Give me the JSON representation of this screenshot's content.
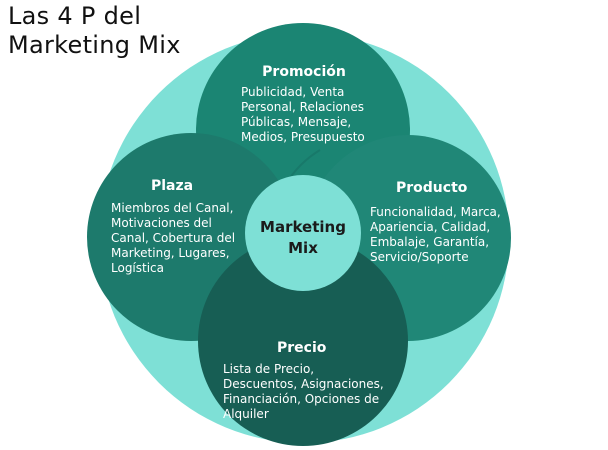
{
  "title": {
    "line1": "Las 4 P del",
    "line2": "Marketing Mix"
  },
  "colors": {
    "outer": "#7ee0d6",
    "promocion": "#1b8573",
    "plaza": "#1d7a6c",
    "producto": "#208777",
    "precio": "#175e54",
    "center": "#7ee0d6"
  },
  "center": {
    "line1": "Marketing",
    "line2": "Mix"
  },
  "promocion": {
    "title": "Promoción",
    "body": "Publicidad, Venta Personal, Relaciones Públicas, Mensaje, Medios, Presupuesto"
  },
  "plaza": {
    "title": "Plaza",
    "body": "Miembros del Canal, Motivaciones del Canal, Cobertura del Marketing, Lugares, Logística"
  },
  "producto": {
    "title": "Producto",
    "body": "Funcionalidad, Marca, Apariencia, Calidad, Embalaje, Garantía, Servicio/Soporte"
  },
  "precio": {
    "title": "Precio",
    "body": "Lista de Precio, Descuentos, Asignaciones, Financiación, Opciones de Alquiler"
  }
}
